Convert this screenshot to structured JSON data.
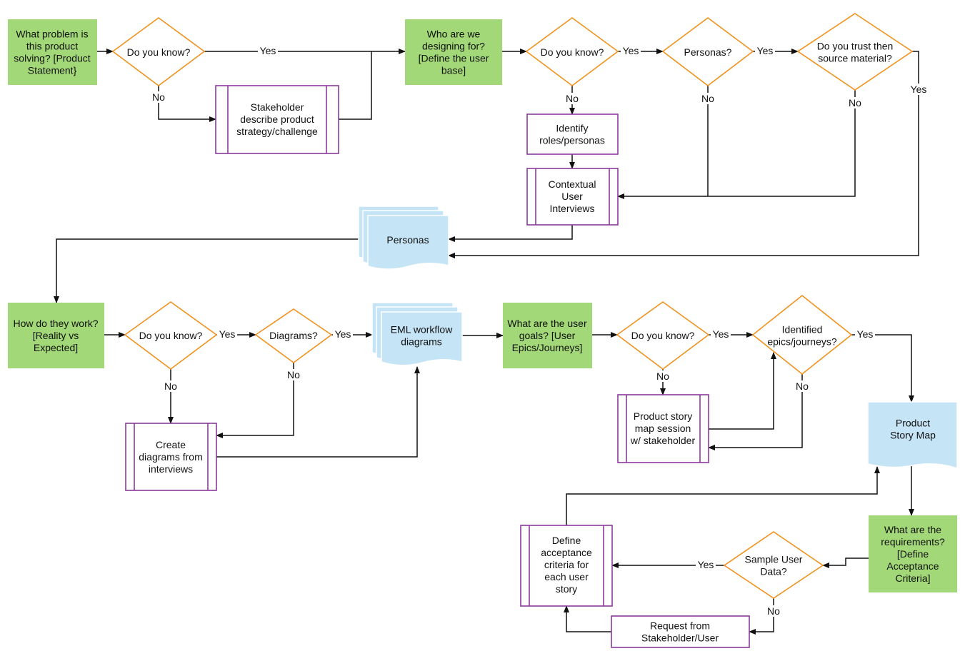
{
  "colors": {
    "start": "#a2d877",
    "decision_stroke": "#f0921e",
    "process_stroke": "#8b3a9a",
    "document_fill": "#c5e4f6",
    "line": "#111111"
  },
  "nodes": {
    "n1": "What problem is\nthis product\nsolving? [Product\nStatement}",
    "d1": "Do you know?",
    "p1": "Stakeholder\ndescribe product\nstrategy/challenge",
    "n2": "Who are we\ndesigning for?\n[Define the user\nbase]",
    "d2": "Do you know?",
    "d3": "Personas?",
    "d4": "Do you trust then\nsource material?",
    "r1": "Identify\nroles/personas",
    "p2": "Contextual\nUser\nInterviews",
    "doc1": "Personas",
    "n3": "How do they work?\n[Reality vs\nExpected]",
    "d5": "Do you know?",
    "d6": "Diagrams?",
    "doc2": "EML workflow\ndiagrams",
    "p3": "Create\ndiagrams from\ninterviews",
    "n4": "What are the user\ngoals? [User\nEpics/Journeys]",
    "d7": "Do you know?",
    "d8": "Identified\nepics/journeys?",
    "p4": "Product story\nmap session\nw/ stakeholder",
    "doc3": "Product\nStory Map",
    "n5": "What are the\nrequirements?\n[Define\nAcceptance\nCriteria]",
    "d9": "Sample User\nData?",
    "p5": "Define\nacceptance\ncriteria for\neach user\nstory",
    "r2": "Request from\nStakeholder/User"
  },
  "edge_labels": {
    "e1": "Yes",
    "e2": "No",
    "e3": "Yes",
    "e4": "No",
    "e5": "Yes",
    "e6": "No",
    "e7": "No",
    "e8": "Yes",
    "e9": "Yes",
    "e10": "No",
    "e11": "Yes",
    "e12": "No",
    "e13": "Yes",
    "e14": "No",
    "e15": "Yes",
    "e16": "No",
    "e17": "Yes",
    "e18": "No"
  }
}
